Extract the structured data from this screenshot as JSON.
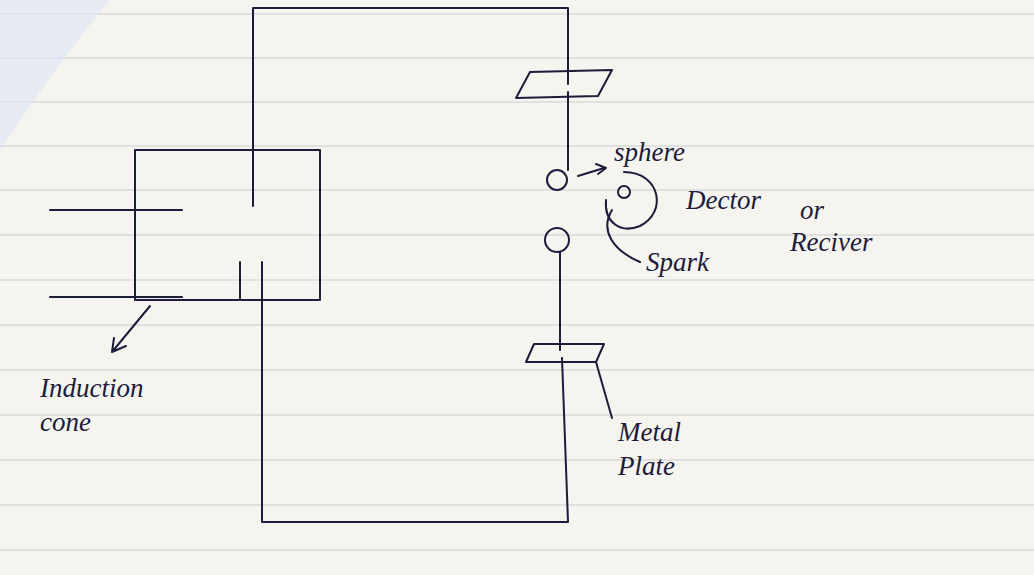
{
  "diagram": {
    "labels": [
      "sphere",
      "Dector",
      "or",
      "Reciver",
      "Spark",
      "Metal Plate",
      "Induction cone"
    ]
  }
}
